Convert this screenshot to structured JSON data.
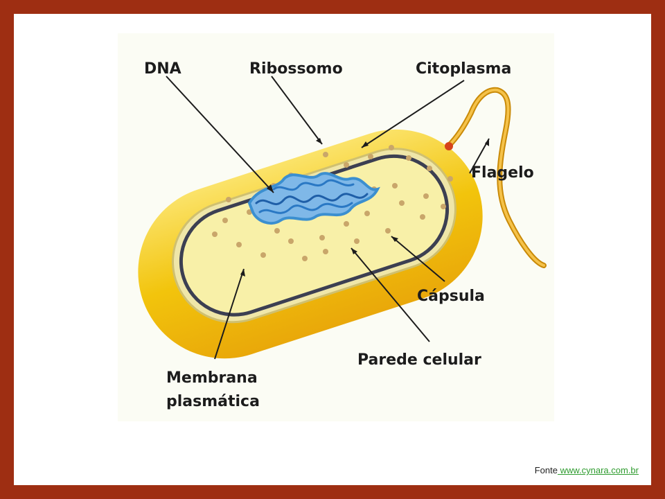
{
  "diagram": {
    "labels": {
      "dna": "DNA",
      "ribossomo": "Ribossomo",
      "citoplasma": "Citoplasma",
      "flagelo": "Flagelo",
      "capsula": "Cápsula",
      "parede": "Parede celular",
      "membrana_line1": "Membrana",
      "membrana_line2": "plasmática"
    },
    "colors": {
      "frame": "#9e2e12",
      "capsule": "#f2c40c",
      "cytoplasm": "#f8f0a8",
      "dna": "#3b8fd0",
      "ribosome": "#c9a66a",
      "membrane": "#3c3f52",
      "flagellum": "#e8a20c"
    }
  },
  "caption": {
    "prefix": "Fonte",
    "link_text": " www.cynara.com.br"
  }
}
